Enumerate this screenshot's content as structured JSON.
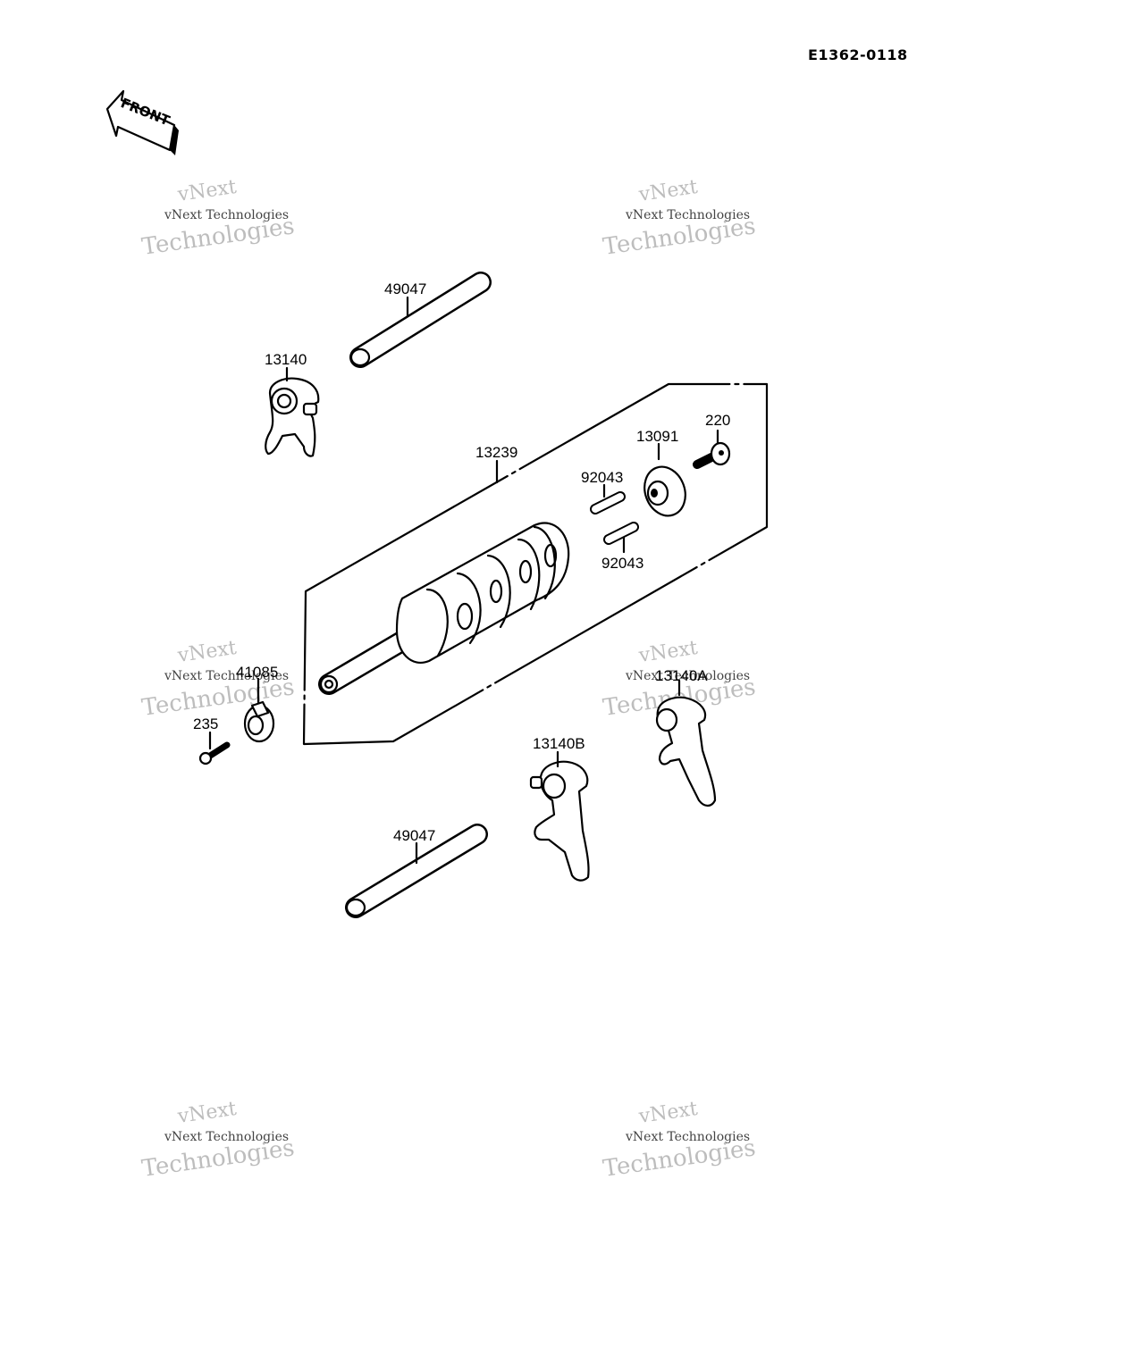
{
  "doc_id": "E1362-0118",
  "front_label": "FRONT",
  "watermark": {
    "line1": "vNext",
    "line2": "vNext Technologies",
    "line3": "Technologies"
  },
  "parts": {
    "shaft_top": "49047",
    "fork_top": "13140",
    "drum": "13239",
    "pin_upper": "92043",
    "pin_lower": "92043",
    "holder": "13091",
    "screw_right": "220",
    "cam": "41085",
    "screw_left": "235",
    "fork_a": "13140A",
    "fork_b": "13140B",
    "shaft_bottom": "49047"
  }
}
